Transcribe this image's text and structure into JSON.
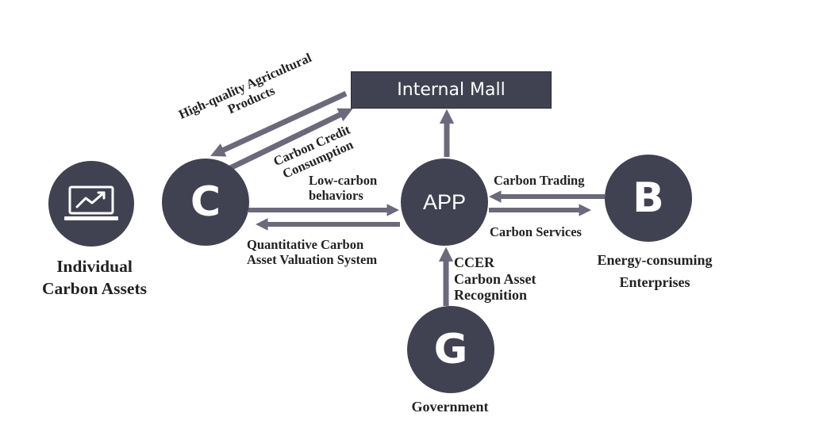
{
  "nodes": {
    "individual": {
      "label_line1": "Individual",
      "label_line2": "Carbon Assets",
      "icon": "trend-chart-monitor-icon"
    },
    "consumer": {
      "letter": "C"
    },
    "app": {
      "label": "APP"
    },
    "business": {
      "letter": "B",
      "label_line1": "Energy-consuming",
      "label_line2": "Enterprises"
    },
    "government": {
      "letter": "G",
      "label": "Government"
    },
    "mall": {
      "label": "Internal Mall"
    }
  },
  "edges": {
    "mall_to_consumer": {
      "line1": "High-quality Agricultural",
      "line2": "Products"
    },
    "consumer_to_mall": {
      "line1": "Carbon Credit",
      "line2": "Consumption"
    },
    "consumer_to_app": {
      "line1": "Low-carbon",
      "line2": "behaviors"
    },
    "app_to_consumer": {
      "line1": "Quantitative Carbon",
      "line2": "Asset Valuation System"
    },
    "business_to_app": {
      "label": "Carbon Trading"
    },
    "app_to_business": {
      "label": "Carbon Services"
    },
    "government_to_app": {
      "line1": "CCER",
      "line2": "Carbon Asset",
      "line3": "Recognition"
    }
  },
  "colors": {
    "node": "#414251",
    "arrow": "#6a6a7a",
    "text": "#222222",
    "node_text": "#ffffff"
  }
}
